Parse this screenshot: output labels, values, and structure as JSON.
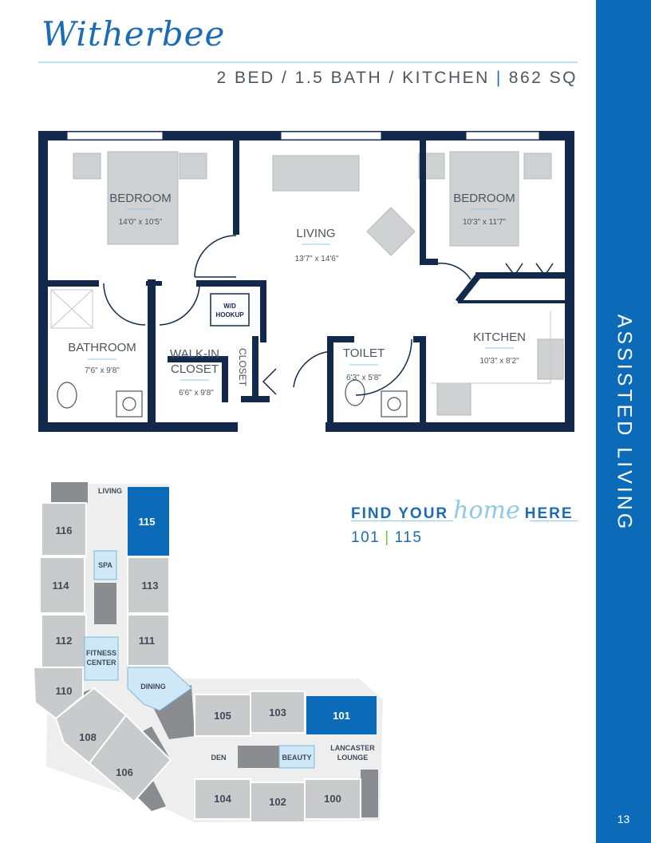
{
  "header": {
    "title": "Witherbee",
    "beds": "2 BED / 1.5 BATH / KITCHEN",
    "separator": "|",
    "size": "862 SQ"
  },
  "sidebar": {
    "label": "ASSISTED LIVING",
    "page_number": "13"
  },
  "floorplan": {
    "rooms": [
      {
        "name": "BEDROOM",
        "dims": "14'0\" x 10'5\""
      },
      {
        "name": "LIVING",
        "dims": "13'7\" x 14'6\""
      },
      {
        "name": "BEDROOM",
        "dims": "10'3\" x 11'7\""
      },
      {
        "name": "BATHROOM",
        "dims": "7'6\" x 9'8\""
      },
      {
        "name": "WALK-IN",
        "name2": "CLOSET",
        "dims": "6'6\" x 9'8\""
      },
      {
        "name": "TOILET",
        "dims": "6'3\" x 5'8\""
      },
      {
        "name": "KITCHEN",
        "dims": "10'3\" x 8'2\""
      }
    ],
    "closet_label": "CLOSET",
    "wd_label_1": "W/D",
    "wd_label_2": "HOOKUP"
  },
  "find_home": {
    "prefix": "FIND YOUR",
    "script_word": "home",
    "suffix": "HERE",
    "unit_a": "101",
    "unit_sep": "|",
    "unit_b": "115"
  },
  "site_map": {
    "labels": {
      "living": "LIVING",
      "spa": "SPA",
      "fitness_1": "FITNESS",
      "fitness_2": "CENTER",
      "dining": "DINING",
      "den": "DEN",
      "beauty": "BEAUTY",
      "lancaster_1": "LANCASTER",
      "lancaster_2": "LOUNGE"
    },
    "units": [
      "116",
      "115",
      "114",
      "113",
      "112",
      "111",
      "110",
      "108",
      "106",
      "105",
      "103",
      "101",
      "104",
      "102",
      "100"
    ],
    "highlighted": [
      "115",
      "101"
    ]
  },
  "colors": {
    "brand_blue": "#0c6bb8",
    "wall_navy": "#13294b",
    "light_blue": "#cfe8f7",
    "unit_gray": "#c9cacc",
    "accent_green": "#6cc04a"
  }
}
